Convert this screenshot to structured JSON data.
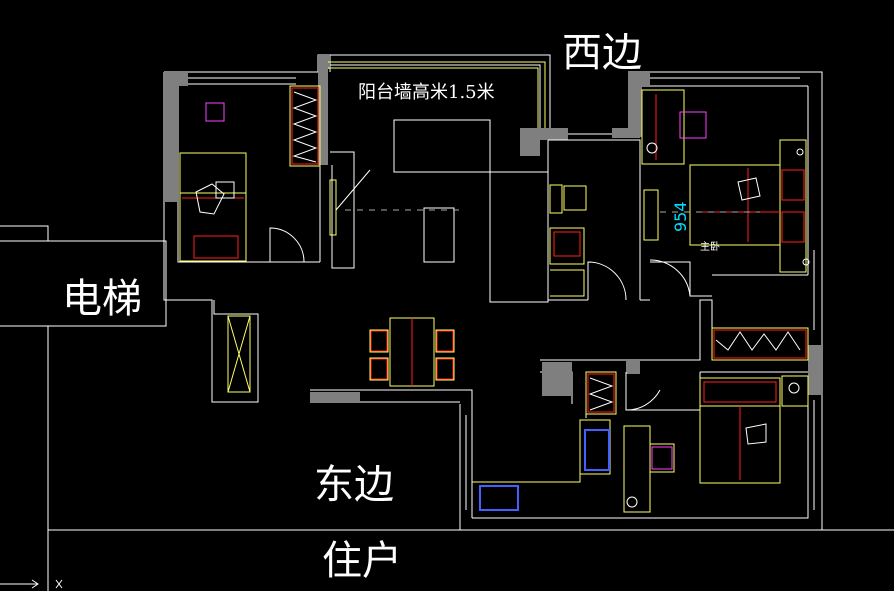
{
  "labels": {
    "west": "西边",
    "east": "东边",
    "elevator": "电梯",
    "residents": "住户",
    "balcony_note": "阳台墙高米1.5米",
    "master_bedroom": "主卧",
    "dimension": "954"
  },
  "colors": {
    "background": "#000000",
    "wall_line": "#ffffff",
    "wall_fill": "#7f7f7f",
    "furniture": "#ffff66",
    "accent_red": "#ff2020",
    "accent_magenta": "#ff40ff",
    "accent_blue": "#4060ff",
    "accent_cyan": "#00e0ff",
    "accent_green": "#40ff40"
  },
  "icons": [
    "ucs-axis-icon"
  ]
}
